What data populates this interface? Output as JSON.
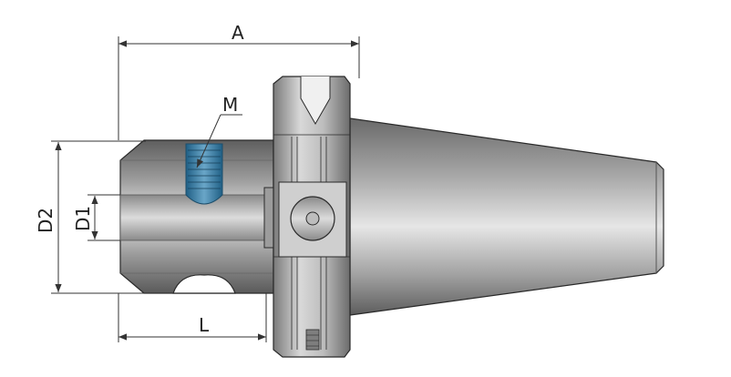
{
  "labels": {
    "a": "A",
    "m": "M",
    "d2": "D2",
    "d1": "D1",
    "l": "L"
  },
  "colors": {
    "thread": "#3d7fa6",
    "metal_dark": "#6e6e6e",
    "metal_light": "#e2e2e2"
  },
  "icons": {
    "arrow": "arrowhead-icon",
    "screw": "screw-icon"
  }
}
